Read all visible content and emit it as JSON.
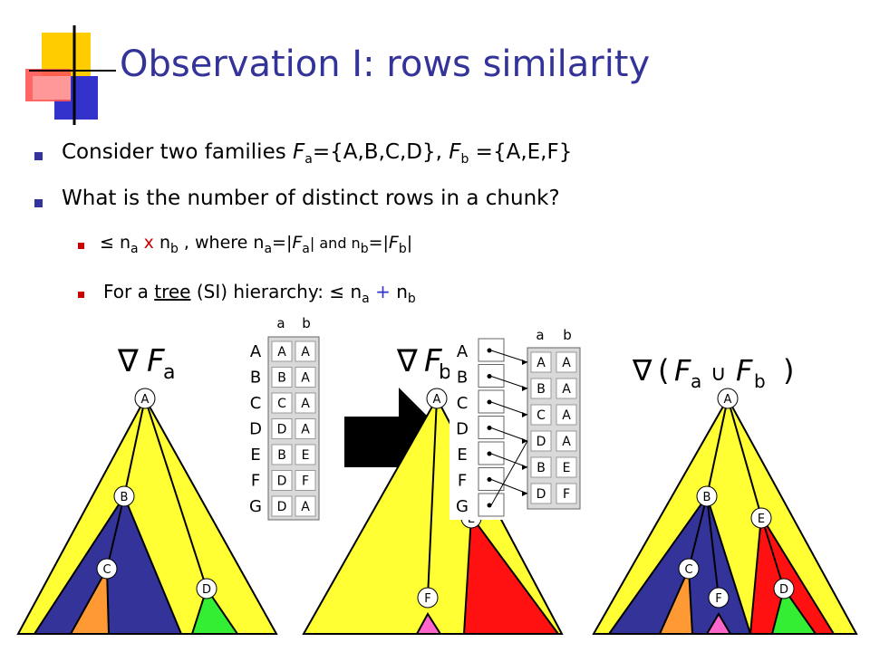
{
  "slide": {
    "title": "Observation I: rows similarity",
    "bullets": [
      {
        "pre": "Consider two families ",
        "f1": "F",
        "f1_sub": "a",
        "mid": "={A,B,C,D}, ",
        "f2": "F",
        "f2_sub": "b",
        "post": " ={A,E,F}"
      },
      {
        "text": "What is the number of distinct rows in a chunk?"
      }
    ],
    "sub_bullets": [
      {
        "leq": "≤",
        "n": "n",
        "na_sub": "a",
        "x": " x ",
        "n2": "n",
        "nb_sub": "b",
        "where": " , where n",
        "eq1": "=|",
        "F1": "F",
        "s1": "a",
        "bar_and": "| and n",
        "eq2": "=|",
        "F2": "F",
        "s2": "b",
        "end": "|"
      },
      {
        "pre": "For a ",
        "tree": "tree",
        "post": " (SI) hierarchy: ",
        "leq": "≤",
        "n1": " n",
        "s1": "a",
        "plus": " + ",
        "n2": "n",
        "s2": "b"
      }
    ]
  },
  "diagrams": {
    "label_left": {
      "nabla": "∇",
      "F": "F",
      "sub": "a"
    },
    "label_mid": {
      "nabla": "∇",
      "F": "F",
      "sub": "b"
    },
    "label_right": {
      "nabla": "∇",
      "open": "(",
      "F1": "F",
      "s1": "a",
      "cup": "∪",
      "F2": "F",
      "s2": "b",
      "close": ")"
    },
    "tree_left_nodes": [
      "A",
      "B",
      "C",
      "D"
    ],
    "tree_mid_nodes": [
      "A",
      "E",
      "F"
    ],
    "tree_right_nodes": [
      "A",
      "B",
      "E",
      "C",
      "F",
      "D"
    ],
    "table1": {
      "headers": [
        "a",
        "b"
      ],
      "row_labels": [
        "A",
        "B",
        "C",
        "D",
        "E",
        "F",
        "G"
      ],
      "rows": [
        [
          "A",
          "A"
        ],
        [
          "B",
          "A"
        ],
        [
          "C",
          "A"
        ],
        [
          "D",
          "A"
        ],
        [
          "B",
          "E"
        ],
        [
          "D",
          "F"
        ],
        [
          "D",
          "A"
        ]
      ]
    },
    "pointer_labels": [
      "A",
      "B",
      "C",
      "D",
      "E",
      "F",
      "G"
    ],
    "table2": {
      "headers": [
        "a",
        "b"
      ],
      "rows": [
        [
          "A",
          "A"
        ],
        [
          "B",
          "A"
        ],
        [
          "C",
          "A"
        ],
        [
          "D",
          "A"
        ],
        [
          "B",
          "E"
        ],
        [
          "D",
          "F"
        ]
      ]
    },
    "colors": {
      "yellow": "#ffff33",
      "navy": "#333399",
      "red": "#ff1111",
      "orange": "#ff9933",
      "green": "#33ee33",
      "pink": "#ff66cc",
      "title": "#333399"
    }
  }
}
